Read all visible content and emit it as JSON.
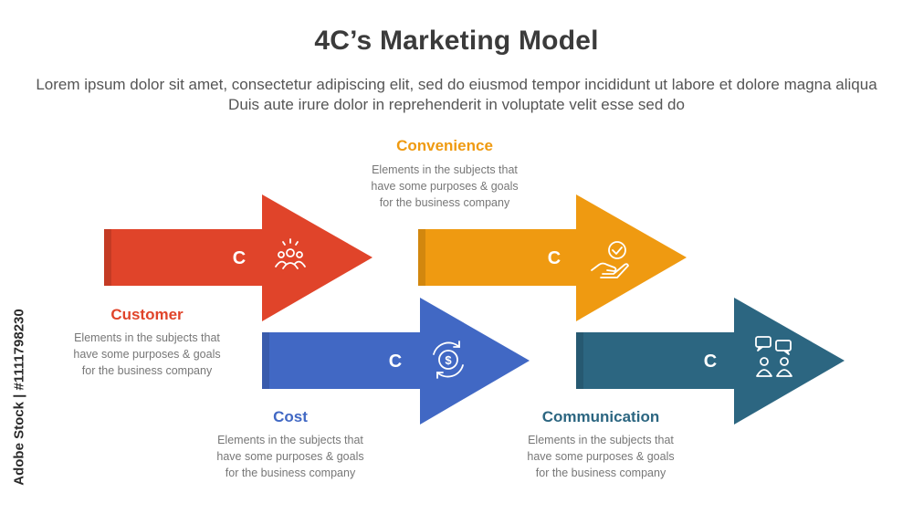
{
  "header": {
    "title": "4C’s Marketing Model",
    "subtitle": "Lorem ipsum dolor sit amet, consectetur adipiscing elit, sed do eiusmod tempor incididunt ut labore et dolore magna aliqua Duis aute irure dolor in reprehenderit in voluptate velit esse sed do"
  },
  "items": [
    {
      "heading": "Customer",
      "letter": "C",
      "icon": "people-group-icon",
      "color": "#e0442a",
      "description": "Elements in the subjects that\nhave  some purposes & goals\nfor the  business company"
    },
    {
      "heading": "Convenience",
      "letter": "C",
      "icon": "hand-check-icon",
      "color": "#ef9a11",
      "description": "Elements in the subjects that\nhave  some purposes & goals\nfor the  business company"
    },
    {
      "heading": "Cost",
      "letter": "C",
      "icon": "dollar-cycle-icon",
      "color": "#4168c4",
      "description": "Elements in the subjects that\nhave  some purposes & goals\nfor the  business company"
    },
    {
      "heading": "Communication",
      "letter": "C",
      "icon": "chat-people-icon",
      "color": "#2c6681",
      "description": "Elements in the subjects that\nhave  some purposes & goals\nfor the  business company"
    }
  ],
  "watermark": {
    "text": "Adobe Stock | #1111798230"
  }
}
